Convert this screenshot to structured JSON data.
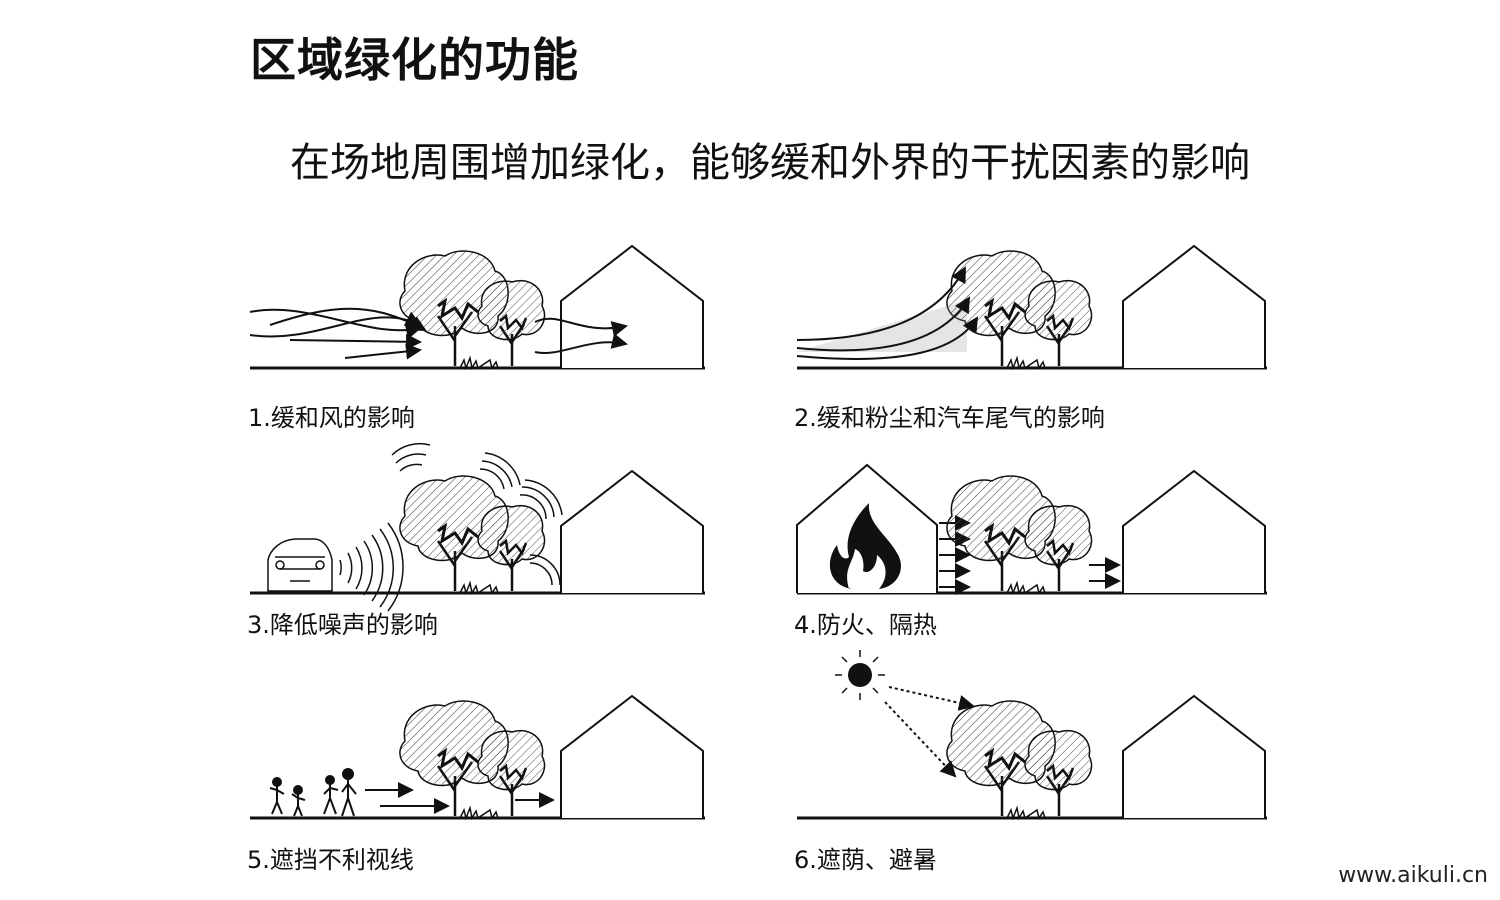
{
  "title": "区域绿化的功能",
  "subtitle": "在场地周围增加绿化，能够缓和外界的干扰因素的影响",
  "panels": [
    {
      "caption": "1.缓和风的影响",
      "icon": "wind-arrows-icon"
    },
    {
      "caption": "2.缓和粉尘和汽车尾气的影响",
      "icon": "dust-icon"
    },
    {
      "caption": "3.降低噪声的影响",
      "icon": "car-noise-icon"
    },
    {
      "caption": "4.防火、隔热",
      "icon": "fire-icon"
    },
    {
      "caption": "5.遮挡不利视线",
      "icon": "people-icon"
    },
    {
      "caption": "6.遮荫、避暑",
      "icon": "sun-icon"
    }
  ],
  "watermark": "www.aikuli.cn",
  "colors": {
    "ink": "#111111",
    "background": "#ffffff"
  }
}
